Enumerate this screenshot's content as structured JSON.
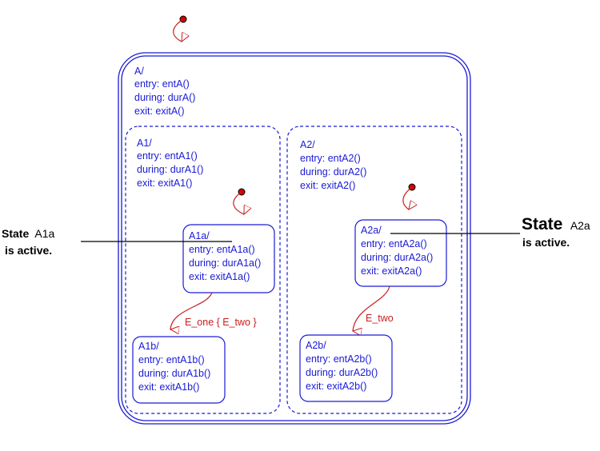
{
  "colors": {
    "state": "#1a1ad6",
    "transition": "#c81e1e",
    "junction": "#d40000",
    "annotation": "#000000",
    "background": "#ffffff"
  },
  "states": {
    "A": {
      "name": "A/",
      "entry": "entry: entA()",
      "during": "during: durA()",
      "exit": "exit: exitA()"
    },
    "A1": {
      "name": "A1/",
      "entry": "entry: entA1()",
      "during": "during: durA1()",
      "exit": "exit: exitA1()"
    },
    "A2": {
      "name": "A2/",
      "entry": "entry: entA2()",
      "during": "during: durA2()",
      "exit": "exit: exitA2()"
    },
    "A1a": {
      "name": "A1a/",
      "entry": "entry: entA1a()",
      "during": "during: durA1a()",
      "exit": "exit: exitA1a()"
    },
    "A1b": {
      "name": "A1b/",
      "entry": "entry: entA1b()",
      "during": "during: durA1b()",
      "exit": "exit: exitA1b()"
    },
    "A2a": {
      "name": "A2a/",
      "entry": "entry: entA2a()",
      "during": "during: durA2a()",
      "exit": "exit: exitA2a()"
    },
    "A2b": {
      "name": "A2b/",
      "entry": "entry: entA2b()",
      "during": "during: durA2b()",
      "exit": "exit: exitA2b()"
    }
  },
  "transitions": {
    "A1a_to_A1b": "E_one { E_two }",
    "A2a_to_A2b": "E_two"
  },
  "annotations": {
    "left": {
      "word": "State",
      "state": "A1a",
      "line2": "is active."
    },
    "right": {
      "word": "State",
      "state": "A2a",
      "line2": "is active."
    }
  }
}
